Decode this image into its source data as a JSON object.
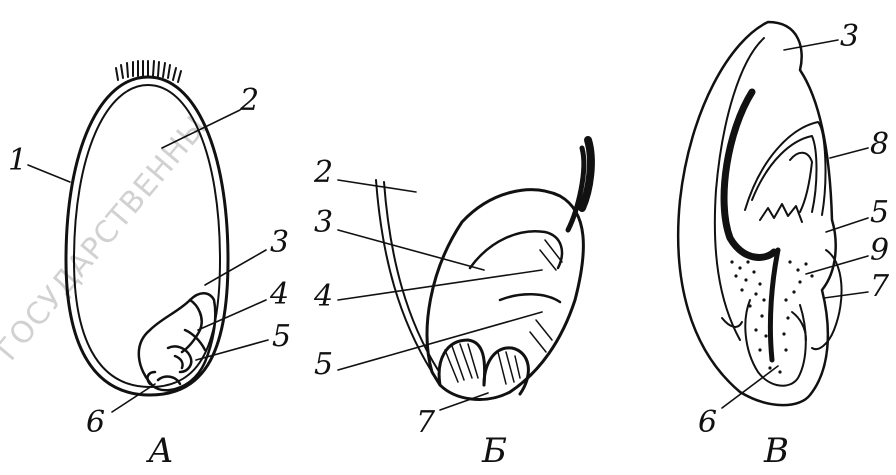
{
  "watermark": "ГОСУДАРСТВЕННЫ",
  "ink_color": "#111111",
  "panels": [
    {
      "caption": "А",
      "labels": [
        "1",
        "2",
        "3",
        "4",
        "5",
        "6"
      ]
    },
    {
      "caption": "Б",
      "labels": [
        "2",
        "3",
        "4",
        "5",
        "7"
      ]
    },
    {
      "caption": "В",
      "labels": [
        "3",
        "8",
        "5",
        "9",
        "7",
        "6"
      ]
    }
  ]
}
